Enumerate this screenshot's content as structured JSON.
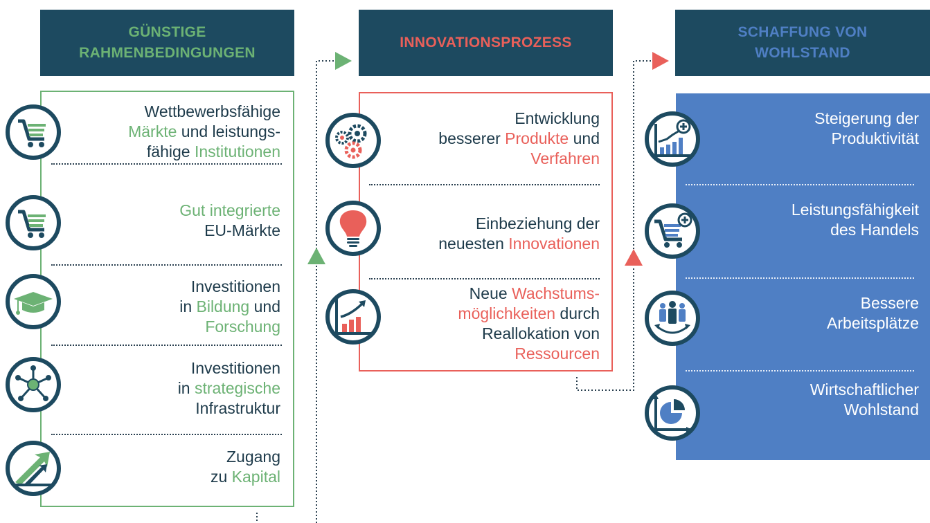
{
  "columns": [
    {
      "header": "GÜNSTIGE\nRAHMENBEDINGUNGEN",
      "accent": "#6cb274",
      "items": [
        {
          "icon": "shopping-cart-icon",
          "lines": [
            [
              {
                "t": "Wettbewerbsfähige",
                "c": ""
              }
            ],
            [
              {
                "t": "Märkte",
                "c": "green"
              },
              {
                "t": " und leistungs-",
                "c": ""
              }
            ],
            [
              {
                "t": "fähige ",
                "c": ""
              },
              {
                "t": "Institutionen",
                "c": "green"
              }
            ]
          ]
        },
        {
          "icon": "shopping-cart-icon",
          "lines": [
            [
              {
                "t": "Gut integrierte",
                "c": "green"
              }
            ],
            [
              {
                "t": "EU-Märkte",
                "c": ""
              }
            ]
          ]
        },
        {
          "icon": "graduation-cap-icon",
          "lines": [
            [
              {
                "t": "Investitionen",
                "c": ""
              }
            ],
            [
              {
                "t": "in ",
                "c": ""
              },
              {
                "t": "Bildung",
                "c": "green"
              },
              {
                "t": " und",
                "c": ""
              }
            ],
            [
              {
                "t": "Forschung",
                "c": "green"
              }
            ]
          ]
        },
        {
          "icon": "network-hub-icon",
          "lines": [
            [
              {
                "t": "Investitionen",
                "c": ""
              }
            ],
            [
              {
                "t": "in ",
                "c": ""
              },
              {
                "t": "strategische",
                "c": "green"
              }
            ],
            [
              {
                "t": "Infrastruktur",
                "c": ""
              }
            ]
          ]
        },
        {
          "icon": "growth-arrow-icon",
          "lines": [
            [
              {
                "t": "Zugang",
                "c": ""
              }
            ],
            [
              {
                "t": "zu ",
                "c": ""
              },
              {
                "t": "Kapital",
                "c": "green"
              }
            ]
          ]
        }
      ]
    },
    {
      "header": "INNOVATIONSPROZESS",
      "accent": "#e9605a",
      "items": [
        {
          "icon": "gears-icon",
          "lines": [
            [
              {
                "t": "Entwicklung",
                "c": ""
              }
            ],
            [
              {
                "t": "besserer ",
                "c": ""
              },
              {
                "t": "Produkte",
                "c": "red"
              },
              {
                "t": " und",
                "c": ""
              }
            ],
            [
              {
                "t": "Verfahren",
                "c": "red"
              }
            ]
          ]
        },
        {
          "icon": "light-bulb-icon",
          "lines": [
            [
              {
                "t": "Einbeziehung der",
                "c": ""
              }
            ],
            [
              {
                "t": "neuesten ",
                "c": ""
              },
              {
                "t": "Innovationen",
                "c": "red"
              }
            ]
          ]
        },
        {
          "icon": "growth-chart-icon",
          "lines": [
            [
              {
                "t": "Neue ",
                "c": ""
              },
              {
                "t": "Wachstums-",
                "c": "red"
              }
            ],
            [
              {
                "t": "möglichkeiten",
                "c": "red"
              },
              {
                "t": " durch",
                "c": ""
              }
            ],
            [
              {
                "t": "Reallokation von",
                "c": ""
              }
            ],
            [
              {
                "t": "Ressourcen",
                "c": "red"
              }
            ]
          ]
        }
      ]
    },
    {
      "header": "SCHAFFUNG VON\nWOHLSTAND",
      "accent": "#4f7fc4",
      "items": [
        {
          "icon": "productivity-chart-icon",
          "lines": [
            [
              {
                "t": "Steigerung der",
                "c": ""
              }
            ],
            [
              {
                "t": "Produktivität",
                "c": ""
              }
            ]
          ]
        },
        {
          "icon": "cart-plus-icon",
          "lines": [
            [
              {
                "t": "Leistungsfähigkeit",
                "c": ""
              }
            ],
            [
              {
                "t": "des Handels",
                "c": ""
              }
            ]
          ]
        },
        {
          "icon": "team-icon",
          "lines": [
            [
              {
                "t": "Bessere",
                "c": ""
              }
            ],
            [
              {
                "t": "Arbeitsplätze",
                "c": ""
              }
            ]
          ]
        },
        {
          "icon": "pie-chart-icon",
          "lines": [
            [
              {
                "t": "Wirtschaftlicher",
                "c": ""
              }
            ],
            [
              {
                "t": "Wohlstand",
                "c": ""
              }
            ]
          ]
        }
      ]
    }
  ],
  "colors": {
    "header_bg": "#1d4a60",
    "green": "#6cb274",
    "red": "#e9605a",
    "blue": "#4f7fc4",
    "dark_text": "#1d3a4a"
  }
}
